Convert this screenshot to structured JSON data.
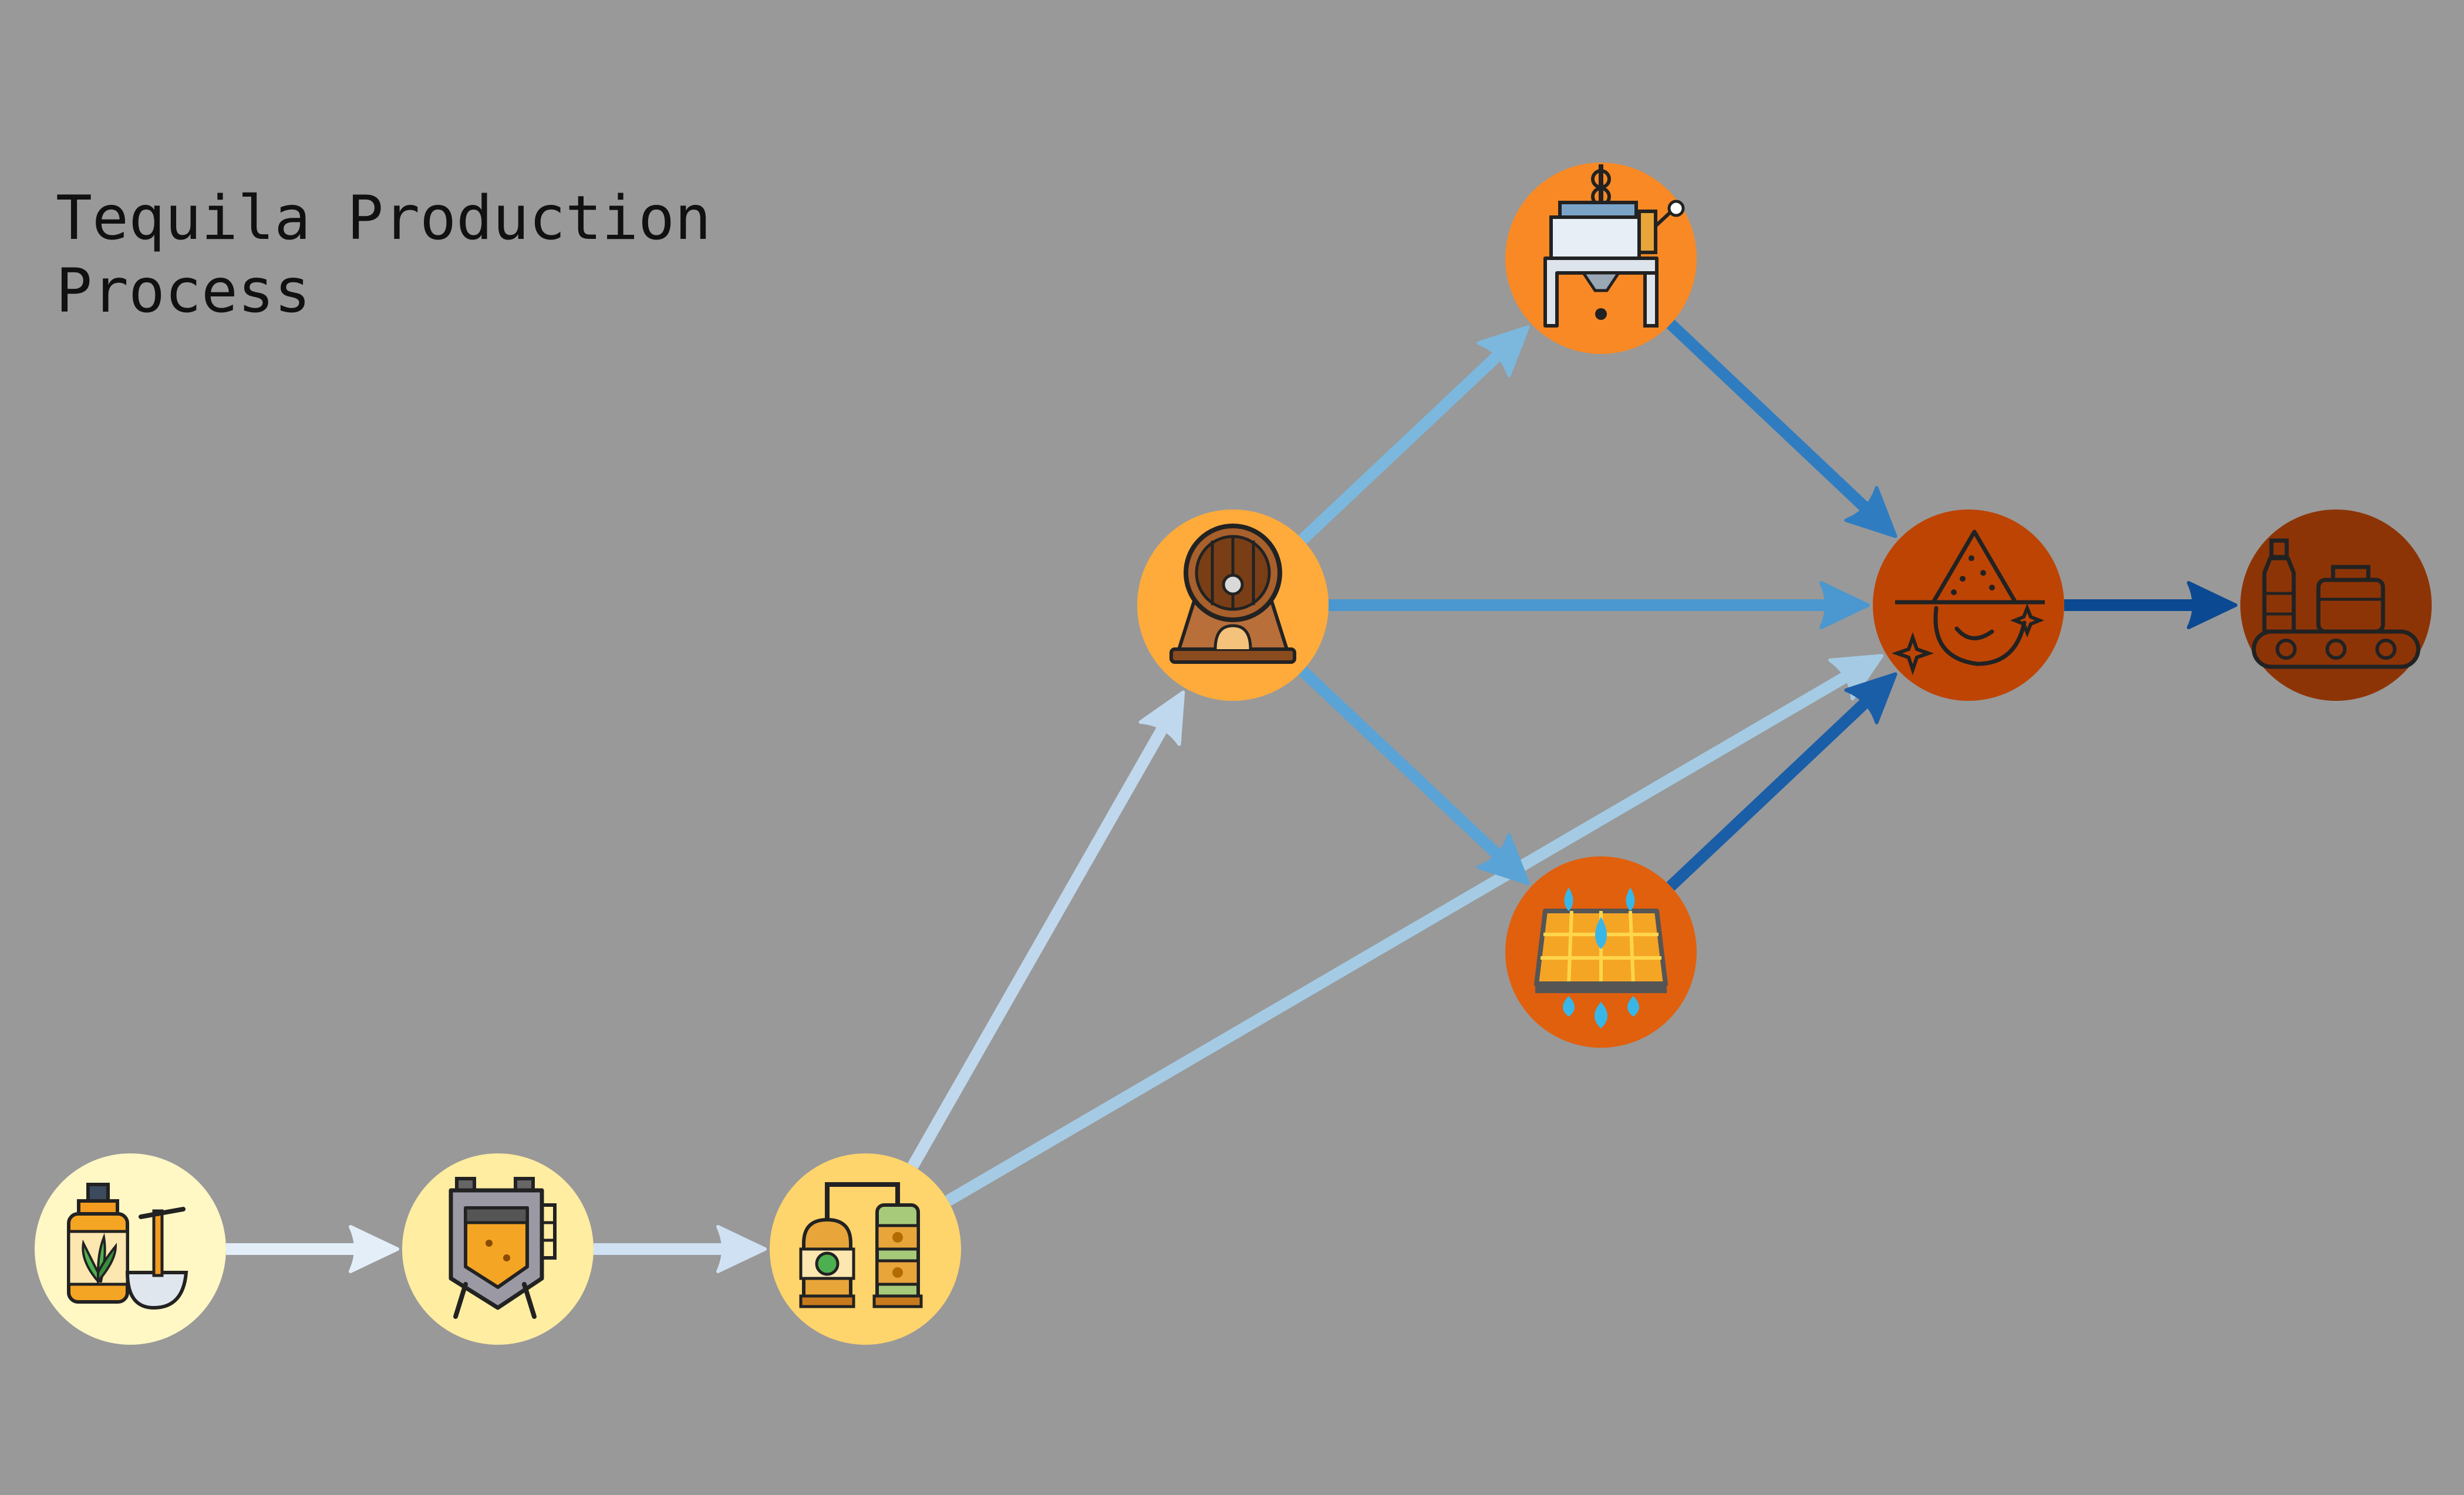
{
  "title": "Tequila Production\nProcess",
  "background": "#999999",
  "nodes": [
    {
      "id": "agave",
      "icon": "agave-bottle-bowl-icon",
      "color": "#fff7c4"
    },
    {
      "id": "fermentation",
      "icon": "fermentation-tank-icon",
      "color": "#ffeda1"
    },
    {
      "id": "distillation",
      "icon": "copper-still-icon",
      "color": "#fed46c"
    },
    {
      "id": "aging",
      "icon": "wooden-barrel-icon",
      "color": "#feab3c"
    },
    {
      "id": "filtration-press",
      "icon": "press-machine-icon",
      "color": "#f98924"
    },
    {
      "id": "filtering",
      "icon": "water-filter-icon",
      "color": "#e0600e"
    },
    {
      "id": "blending",
      "icon": "flavor-blend-icon",
      "color": "#be4404"
    },
    {
      "id": "bottling",
      "icon": "bottling-conveyor-icon",
      "color": "#8d3406"
    }
  ],
  "edges": [
    {
      "from": "agave",
      "to": "fermentation",
      "color": "#e4eef9"
    },
    {
      "from": "fermentation",
      "to": "distillation",
      "color": "#cfe1f2"
    },
    {
      "from": "distillation",
      "to": "aging",
      "color": "#c0d8ee"
    },
    {
      "from": "distillation",
      "to": "blending",
      "color": "#a5cbe4"
    },
    {
      "from": "aging",
      "to": "filtration-press",
      "color": "#7cb7de"
    },
    {
      "from": "aging",
      "to": "blending",
      "color": "#4b97cf"
    },
    {
      "from": "aging",
      "to": "filtering",
      "color": "#5aa3d6"
    },
    {
      "from": "filtration-press",
      "to": "blending",
      "color": "#2f7dc0"
    },
    {
      "from": "filtering",
      "to": "blending",
      "color": "#1a5ea8"
    },
    {
      "from": "blending",
      "to": "bottling",
      "color": "#0b4a92"
    }
  ]
}
